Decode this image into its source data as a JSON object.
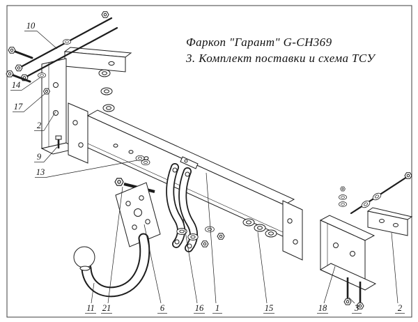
{
  "page": {
    "background": "#ffffff",
    "line_color": "#1c1c1c"
  },
  "title": {
    "line1": "Фаркоп \"Гарант\" G-CH369",
    "line2": "3. Комплект поставки и схема ТСУ"
  },
  "part_labels": [
    "10",
    "14",
    "17",
    "2",
    "9",
    "13",
    "11",
    "21",
    "6",
    "16",
    "1",
    "15",
    "18",
    "3",
    "2"
  ]
}
